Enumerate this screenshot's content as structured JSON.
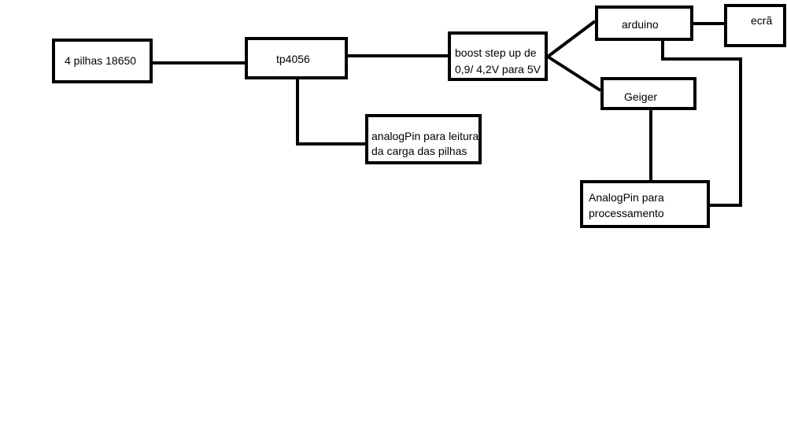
{
  "colors": {
    "stroke": "#000000",
    "fill": "#ffffff",
    "text": "#000000"
  },
  "nodes": {
    "pilhas": {
      "lines": [
        "4 pilhas 18650"
      ]
    },
    "tp4056": {
      "lines": [
        "tp4056"
      ]
    },
    "boost": {
      "lines": [
        "boost step up de",
        "0,9/ 4,2V para 5V"
      ]
    },
    "arduino": {
      "lines": [
        "arduino"
      ]
    },
    "ecra": {
      "lines": [
        "ecrã"
      ]
    },
    "geiger": {
      "lines": [
        "Geiger"
      ]
    },
    "analog1": {
      "lines": [
        "analogPin para leitura",
        "da carga das pilhas"
      ]
    },
    "analog2": {
      "lines": [
        "AnalogPin para",
        "processamento"
      ]
    }
  },
  "connections": [
    {
      "from": "pilhas",
      "to": "tp4056"
    },
    {
      "from": "tp4056",
      "to": "boost"
    },
    {
      "from": "tp4056",
      "to": "analog1"
    },
    {
      "from": "boost",
      "to": "arduino"
    },
    {
      "from": "boost",
      "to": "geiger"
    },
    {
      "from": "arduino",
      "to": "ecra"
    },
    {
      "from": "geiger",
      "to": "analog2"
    },
    {
      "from": "arduino",
      "to": "analog2"
    }
  ]
}
